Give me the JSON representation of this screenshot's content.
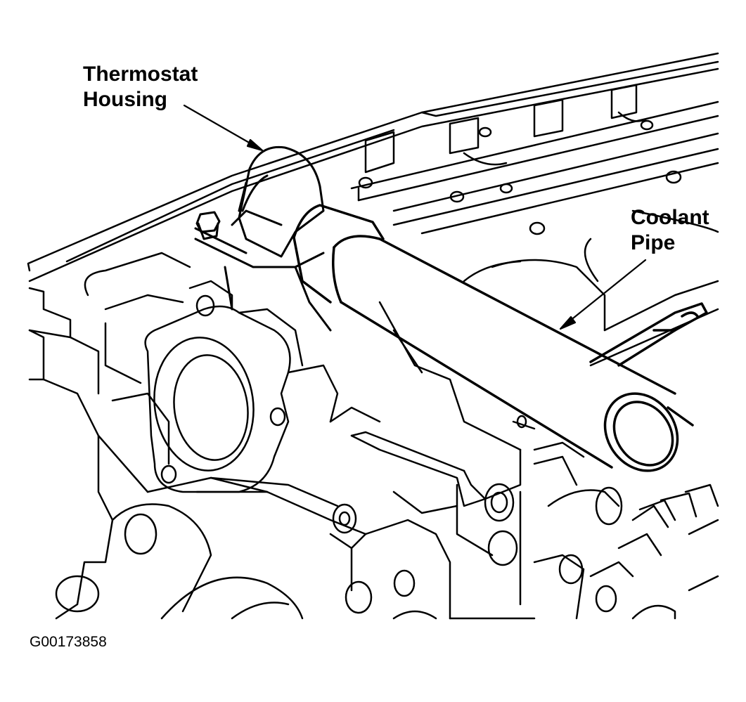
{
  "callouts": {
    "thermostat_housing": {
      "line1": "Thermostat",
      "line2": "Housing"
    },
    "coolant_pipe": {
      "line1": "Coolant",
      "line2": "Pipe"
    }
  },
  "figure_id": "G00173858",
  "colors": {
    "ink": "#000000",
    "paper": "#ffffff"
  }
}
